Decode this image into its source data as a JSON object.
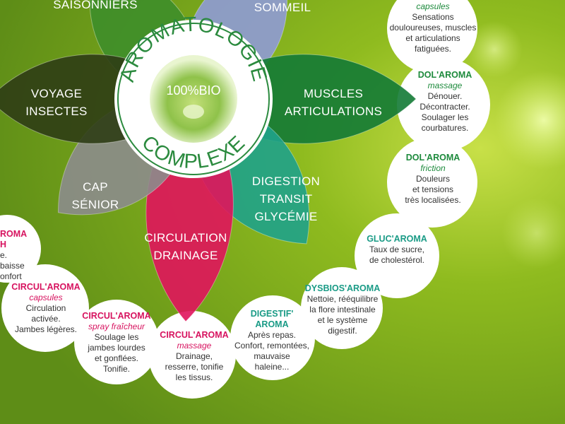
{
  "center": {
    "top_text": "AROMATOLOGIE",
    "bottom_text": "COMPLEXE",
    "bio_label": "100%BIO"
  },
  "petals": [
    {
      "id": "saisonniers",
      "lines": [
        "SAISONNIERS"
      ],
      "color": "#3e8e2a"
    },
    {
      "id": "sommeil",
      "lines": [
        "SOMMEIL"
      ],
      "color": "#8f9bd6"
    },
    {
      "id": "muscles",
      "lines": [
        "MUSCLES",
        "ARTICULATIONS"
      ],
      "color": "#137a35"
    },
    {
      "id": "digestion",
      "lines": [
        "DIGESTION",
        "TRANSIT",
        "GLYCÉMIE"
      ],
      "color": "#1fa28a"
    },
    {
      "id": "circulation",
      "lines": [
        "CIRCULATION",
        "DRAINAGE"
      ],
      "color": "#e0145c"
    },
    {
      "id": "cap",
      "lines": [
        "CAP",
        "SÉNIOR"
      ],
      "color": "#8c8c8c"
    },
    {
      "id": "voyage",
      "lines": [
        "VOYAGE",
        "INSECTES"
      ],
      "color": "#2f3d15"
    }
  ],
  "products": [
    {
      "id": "capsules-top",
      "name": "",
      "sub": "capsules",
      "desc": "Sensations\ndouloureuses, muscles\net articulations\nfatiguées.",
      "theme": "green"
    },
    {
      "id": "dolaroma-massage",
      "name": "DOL'AROMA",
      "sub": "massage",
      "desc": "Dénouer.\nDécontracter.\nSoulager les\ncourbatures.",
      "theme": "green"
    },
    {
      "id": "dolaroma-friction",
      "name": "DOL'AROMA",
      "sub": "friction",
      "desc": "Douleurs\net tensions\ntrès localisées.",
      "theme": "green"
    },
    {
      "id": "glucaroma",
      "name": "GLUC'AROMA",
      "sub": "",
      "desc": "Taux de sucre,\nde cholestérol.",
      "theme": "teal"
    },
    {
      "id": "dysbiosaroma",
      "name": "DYSBIOS'AROMA",
      "sub": "",
      "desc": "Nettoie, rééquilibre\nla flore intestinale\net le système\ndigestif.",
      "theme": "teal"
    },
    {
      "id": "digestifaroma",
      "name": "DIGESTIF'\nAROMA",
      "sub": "",
      "desc": "Après repas.\nConfort, remontées,\nmauvaise\nhaleine...",
      "theme": "teal"
    },
    {
      "id": "circularoma-massage",
      "name": "CIRCUL'AROMA",
      "sub": "massage",
      "desc": "Drainage,\nresserre, tonifie\nles tissus.",
      "theme": "pink"
    },
    {
      "id": "circularoma-spray",
      "name": "CIRCUL'AROMA",
      "sub": "spray fraîcheur",
      "desc": "Soulage les\njambes lourdes\net gonflées.\nTonifie.",
      "theme": "pink"
    },
    {
      "id": "circularoma-capsules",
      "name": "CIRCUL'AROMA",
      "sub": "capsules",
      "desc": "Circulation\nactivée.\nJambes légères.",
      "theme": "pink"
    },
    {
      "id": "aromah-partial",
      "name": "ROMA H",
      "sub": "",
      "desc": "e.\nbaisse\nonfort",
      "theme": "pink"
    }
  ],
  "colors": {
    "background_green": "#7aa51c",
    "circle_green": "#2b8a3e"
  }
}
